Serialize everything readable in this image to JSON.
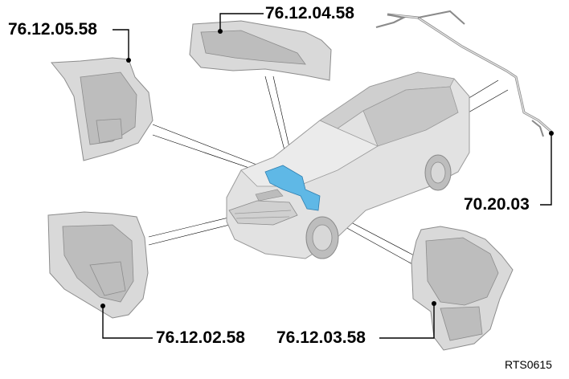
{
  "labels": {
    "top_left": "76.12.05.58",
    "top_center": "76.12.04.58",
    "right": "70.20.03",
    "bottom_left": "76.12.02.58",
    "bottom_center": "76.12.03.58"
  },
  "reference": "RTS0615",
  "colors": {
    "highlight": "#5fb8e6",
    "part_fill": "#d9d9d9",
    "car_fill": "#e2e2e2"
  }
}
